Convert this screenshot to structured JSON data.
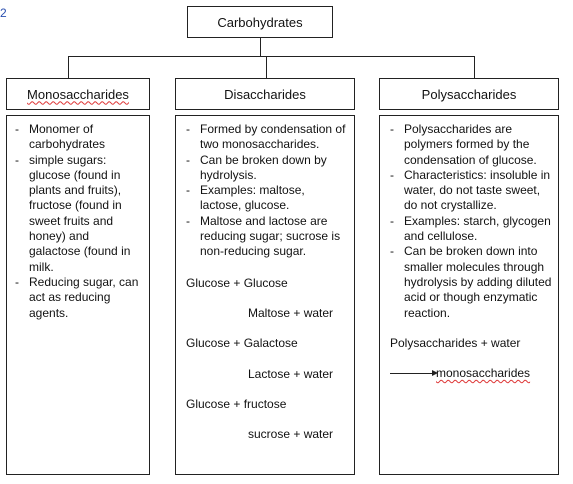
{
  "corner_mark": "2",
  "root": {
    "label": "Carbohydrates"
  },
  "columns": [
    {
      "title": "Monosaccharides",
      "items": [
        "Monomer of carbohydrates",
        "simple sugars: glucose (found in plants and fruits), fructose (found in sweet fruits and honey) and galactose (found in milk.",
        "Reducing sugar, can act as reducing agents."
      ]
    },
    {
      "title": "Disaccharides",
      "items": [
        "Formed by condensation of two monosaccharides.",
        "Can be broken down by hydrolysis.",
        "Examples: maltose, lactose, glucose.",
        "Maltose and lactose are reducing sugar; sucrose is non-reducing sugar."
      ],
      "equations": [
        {
          "reactants": "Glucose + Glucose",
          "products": "Maltose + water"
        },
        {
          "reactants": "Glucose + Galactose",
          "products": "Lactose + water"
        },
        {
          "reactants": "Glucose + fructose",
          "products": "sucrose + water"
        }
      ]
    },
    {
      "title": "Polysaccharides",
      "items": [
        "Polysaccharides are polymers formed by the condensation of glucose.",
        "Characteristics: insoluble in water, do not taste sweet, do not crystallize.",
        "Examples: starch, glycogen and cellulose.",
        "Can be broken down into smaller molecules through hydrolysis by adding diluted acid or though enzymatic reaction."
      ],
      "reaction": {
        "reactant": "Polysaccharides + water",
        "product": "monosaccharides"
      }
    }
  ]
}
